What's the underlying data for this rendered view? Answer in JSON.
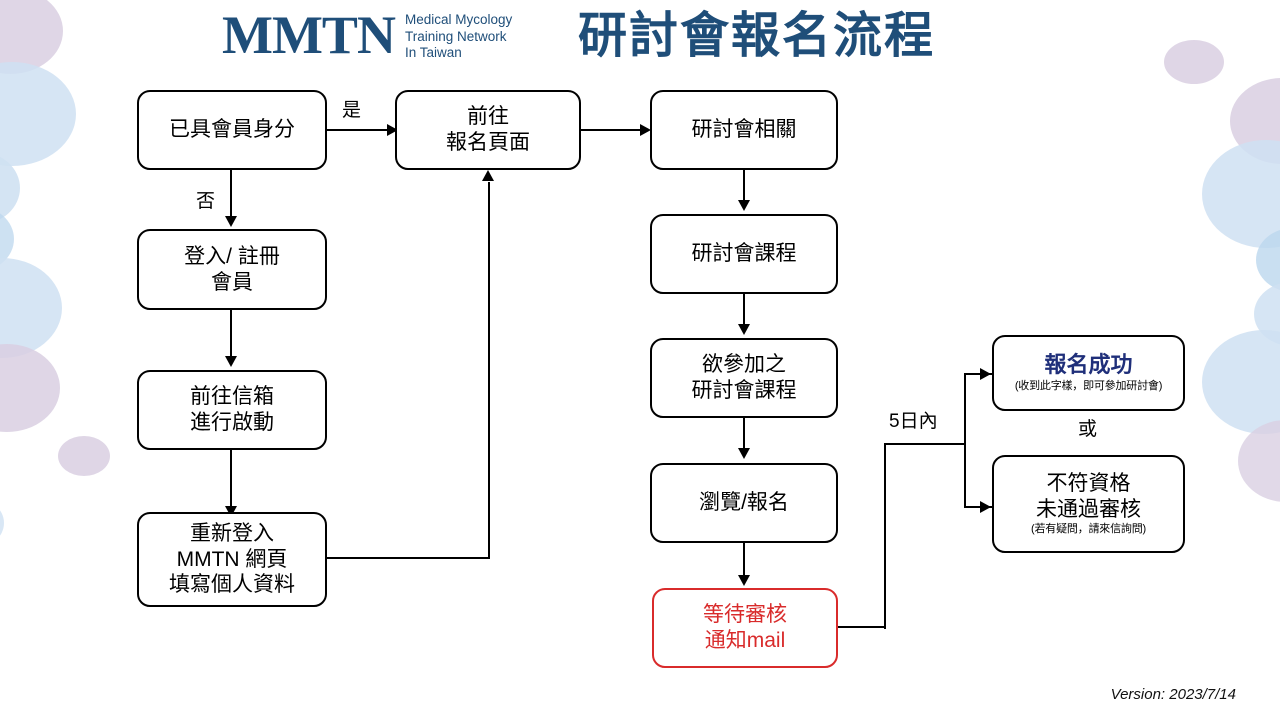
{
  "header": {
    "logo_mark": "MMTN",
    "logo_sub_line1": "Medical Mycology",
    "logo_sub_line2": "Training Network",
    "logo_sub_line3": "In Taiwan",
    "title": "研討會報名流程",
    "brand_color": "#1f4e79"
  },
  "footer": {
    "version": "Version: 2023/7/14"
  },
  "colors": {
    "box_border": "#000000",
    "alert_red": "#d92b2b",
    "success_blue": "#1f2f7a",
    "brand_blue": "#1f4e79",
    "blob_blue": "#cfe1f2",
    "blob_purple": "#d9cfe2"
  },
  "flow": {
    "nodes": {
      "member_check": {
        "line1": "已具會員身分"
      },
      "go_signup_page": {
        "line1": "前往",
        "line2": "報名頁面"
      },
      "seminar_info": {
        "line1": "研討會相關"
      },
      "seminar_course": {
        "line1": "研討會課程"
      },
      "login_register": {
        "line1": "登入/ 註冊",
        "line2": "會員"
      },
      "desired_course": {
        "line1": "欲參加之",
        "line2": "研討會課程"
      },
      "goto_mailbox": {
        "line1": "前往信箱",
        "line2": "進行啟動"
      },
      "browse_signup": {
        "line1": "瀏覽/報名"
      },
      "relogin_profile": {
        "line1": "重新登入",
        "line2": "MMTN 網頁",
        "line3": "填寫個人資料"
      },
      "await_review": {
        "line1": "等待審核",
        "line2": "通知mail"
      },
      "success": {
        "line1": "報名成功",
        "note": "(收到此字樣，即可參加研討會)"
      },
      "rejected": {
        "line1": "不符資格",
        "line2": "未通過審核",
        "note": "(若有疑問，請來信詢問)"
      }
    },
    "labels": {
      "yes": "是",
      "no": "否",
      "within_5_days": "5日內",
      "or": "或"
    }
  }
}
